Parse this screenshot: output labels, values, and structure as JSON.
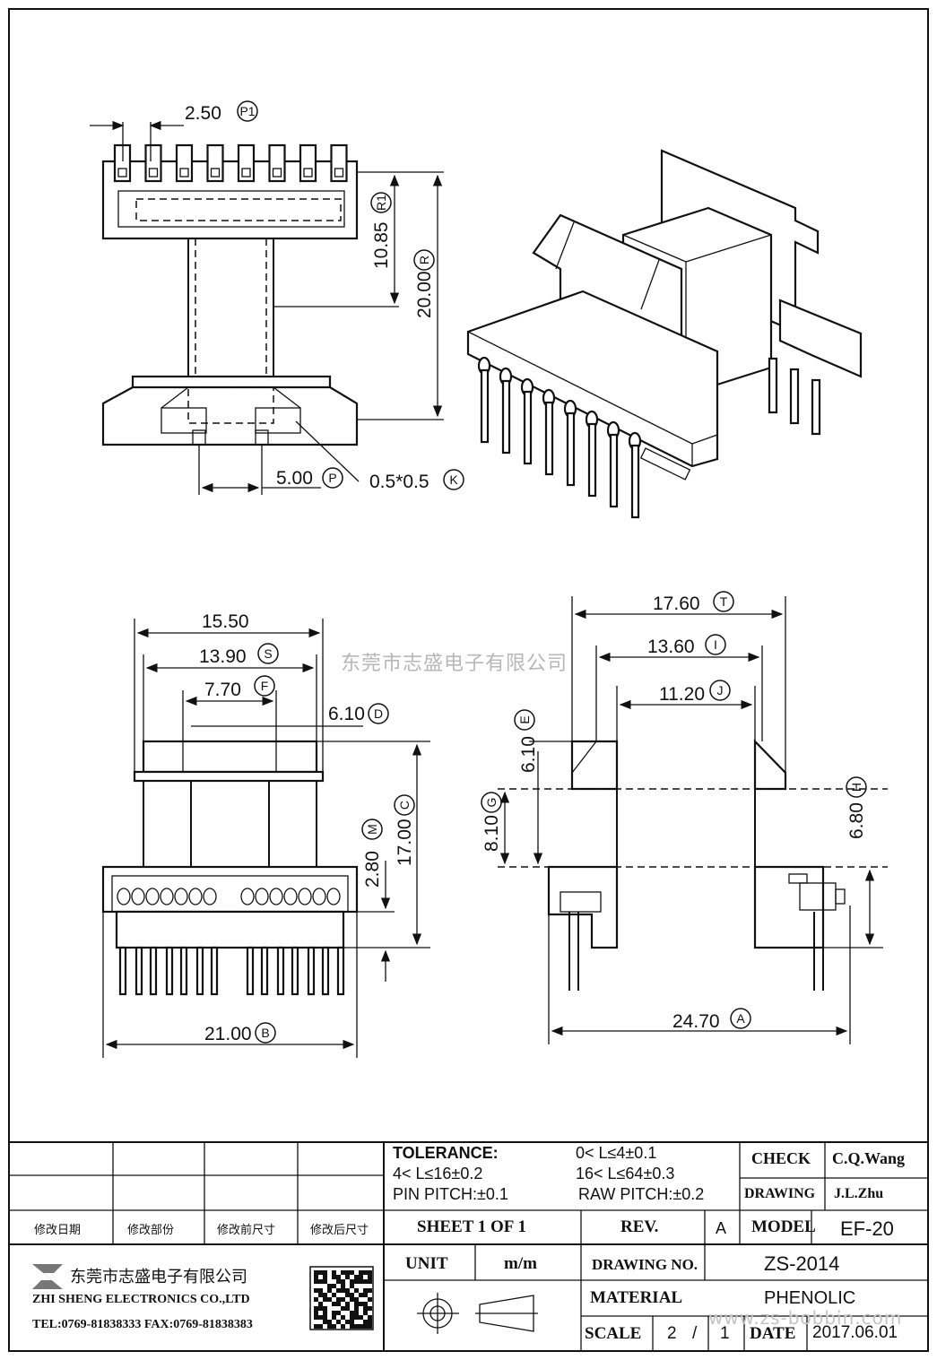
{
  "watermarks": {
    "center": "东莞市志盛电子有限公司",
    "url": "www.zs-bobbin.com"
  },
  "dimensions": {
    "top_view": {
      "pitch_p1": "2.50",
      "pitch_p1_tag": "P1",
      "r1": "10.85",
      "r1_tag": "R1",
      "r": "20.00",
      "r_tag": "R",
      "pitch_p": "5.00",
      "pitch_p_tag": "P",
      "k": "0.5*0.5",
      "k_tag": "K"
    },
    "front_view": {
      "overall": "15.50",
      "s": "13.90",
      "s_tag": "S",
      "f": "7.70",
      "f_tag": "F",
      "d": "6.10",
      "d_tag": "D",
      "m": "2.80",
      "m_tag": "M",
      "c": "17.00",
      "c_tag": "C",
      "b": "21.00",
      "b_tag": "B"
    },
    "side_view": {
      "t": "17.60",
      "t_tag": "T",
      "i": "13.60",
      "i_tag": "I",
      "j": "11.20",
      "j_tag": "J",
      "e": "6.10",
      "e_tag": "E",
      "g": "8.10",
      "g_tag": "G",
      "h": "6.80",
      "h_tag": "H",
      "a": "24.70",
      "a_tag": "A"
    }
  },
  "title_block": {
    "tolerance_label": "TOLERANCE:",
    "tol_1": "0< L≤4±0.1",
    "tol_2": "4< L≤16±0.2",
    "tol_3": "16< L≤64±0.3",
    "pin_pitch": "PIN PITCH:±0.1",
    "raw_pitch": "RAW PITCH:±0.2",
    "check_label": "CHECK",
    "check_value": "C.Q.Wang",
    "drawing_label": "DRAWING",
    "drawing_value": "J.L.Zhu",
    "rev_cols": [
      "修改日期",
      "修改部份",
      "修改前尺寸",
      "修改后尺寸"
    ],
    "sheet": "SHEET 1 OF 1",
    "rev_label": "REV.",
    "rev_value": "A",
    "model_label": "MODEL",
    "model_value": "EF-20",
    "unit_label": "UNIT",
    "unit_value": "m/m",
    "drawing_no_label": "DRAWING NO.",
    "drawing_no_value": "ZS-2014",
    "material_label": "MATERIAL",
    "material_value": "PHENOLIC",
    "scale_label": "SCALE",
    "scale_a": "2",
    "scale_sep": "/",
    "scale_b": "1",
    "date_label": "DATE",
    "date_value": "2017.06.01",
    "company_cn": "东莞市志盛电子有限公司",
    "company_en": "ZHI SHENG ELECTRONICS CO.,LTD",
    "contact": "TEL:0769-81838333 FAX:0769-81838383"
  }
}
